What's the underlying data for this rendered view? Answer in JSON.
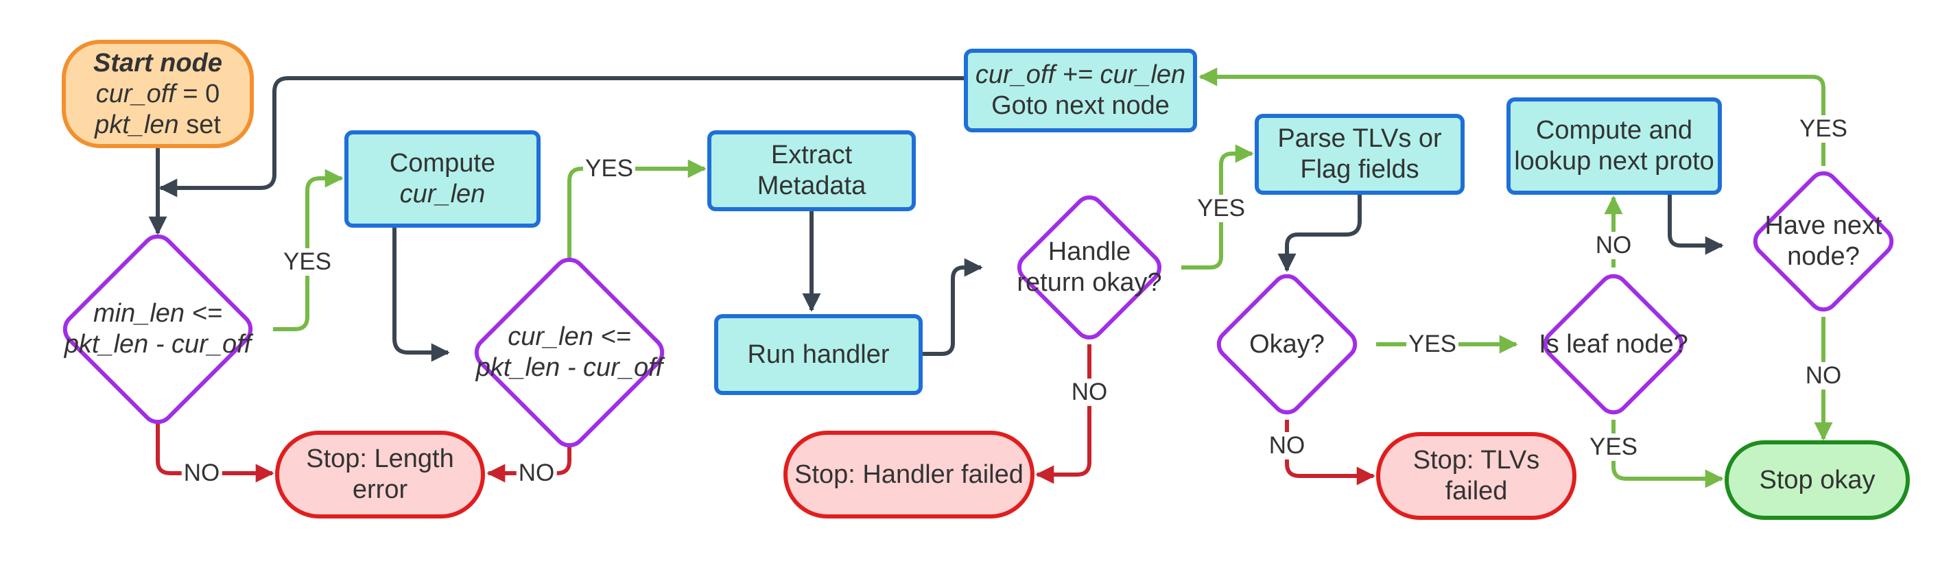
{
  "colors": {
    "process_fill": "#b3f0eb",
    "process_border": "#1f6fd8",
    "start_fill": "#fed9a6",
    "start_border": "#f2902f",
    "decision_fill": "#ffffff",
    "decision_border": "#a12ee6",
    "fail_fill": "#fdd3d3",
    "fail_border": "#e01e1e",
    "ok_fill": "#c4f4c4",
    "ok_border": "#1e8c1e",
    "arrow_yes": "#76b947",
    "arrow_no": "#c8232c",
    "arrow_flow": "#3b4551"
  },
  "nodes": {
    "start": {
      "title": "Start node",
      "l2_var": "cur_off",
      "l2_rest": " = 0",
      "l3_var": "pkt_len",
      "l3_rest": " set"
    },
    "update_off": {
      "line1": "cur_off += cur_len",
      "line2": "Goto next node"
    },
    "min_len_check": {
      "line1": "min_len <=",
      "line2": "pkt_len - cur_off"
    },
    "compute_cur_len": {
      "line1": "Compute",
      "line2": "cur_len"
    },
    "cur_len_check": {
      "line1": "cur_len <=",
      "line2": "pkt_len - cur_off"
    },
    "extract_metadata": {
      "line1": "Extract",
      "line2": "Metadata"
    },
    "run_handler": {
      "line1": "Run handler"
    },
    "handle_return": {
      "line1": "Handle",
      "line2": "return okay?"
    },
    "parse_tlvs": {
      "line1": "Parse TLVs or",
      "line2": "Flag fields"
    },
    "okay_check": {
      "line1": "Okay?"
    },
    "compute_lookup": {
      "line1": "Compute and",
      "line2": "lookup next proto"
    },
    "leaf_check": {
      "line1": "Is leaf node?"
    },
    "next_node_check": {
      "line1": "Have next",
      "line2": "node?"
    },
    "stop_length": {
      "line1": "Stop: Length",
      "line2": "error"
    },
    "stop_handler": {
      "line1": "Stop: Handler failed"
    },
    "stop_tlvs": {
      "line1": "Stop: TLVs",
      "line2": "failed"
    },
    "stop_okay": {
      "line1": "Stop okay"
    }
  },
  "edge_labels": {
    "min_len_yes": "YES",
    "min_len_no": "NO",
    "cur_len_yes": "YES",
    "cur_len_no": "NO",
    "handle_yes": "YES",
    "handle_no": "NO",
    "okay_yes": "YES",
    "okay_no": "NO",
    "leaf_no": "NO",
    "leaf_yes": "YES",
    "next_yes": "YES",
    "next_no": "NO"
  }
}
